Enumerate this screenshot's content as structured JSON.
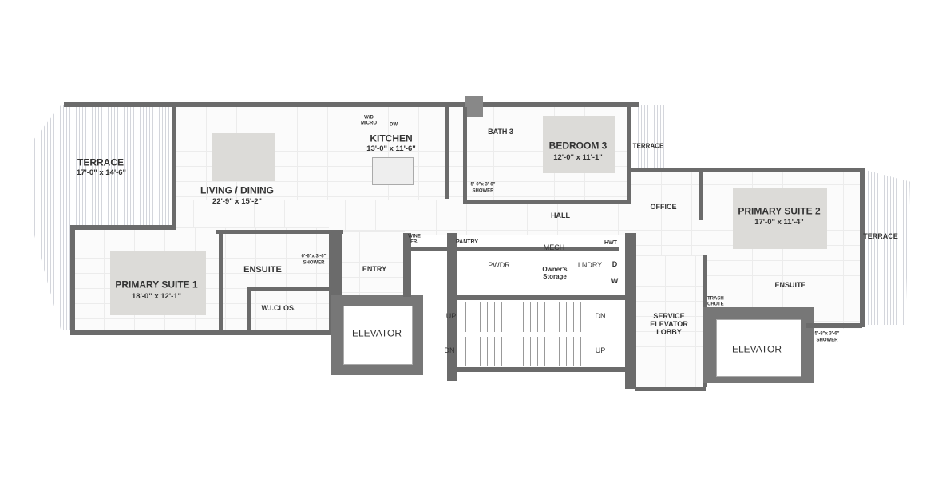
{
  "rooms": {
    "terrace_left": {
      "name": "TERRACE",
      "dims": "17'-0\" x 14'-6\""
    },
    "living_dining": {
      "name": "LIVING / DINING",
      "dims": "22'-9\" x 15'-2\""
    },
    "kitchen": {
      "name": "KITCHEN",
      "dims": "13'-0\" x 11'-6\"",
      "wd_micro": "W/D MICRO",
      "dw": "DW"
    },
    "bath3": {
      "name": "BATH 3",
      "shower": "5'-0\"x 3'-6\"",
      "shower_label": "SHOWER"
    },
    "bedroom3": {
      "name": "BEDROOM 3",
      "dims": "12'-0\" x 11'-1\""
    },
    "terrace_top_right": {
      "name": "TERRACE"
    },
    "office": {
      "name": "OFFICE"
    },
    "hall": {
      "name": "HALL"
    },
    "primary_suite2": {
      "name": "PRIMARY SUITE 2",
      "dims": "17'-0\" x 11'-4\""
    },
    "terrace_right": {
      "name": "TERRACE"
    },
    "ensuite_right": {
      "name": "ENSUITE",
      "trash": "TRASH CHUTE",
      "shower": "5'-8\"x 3'-6\"",
      "shower_label": "SHOWER"
    },
    "elevator_right": {
      "name": "ELEVATOR"
    },
    "service_lobby": {
      "name": "SERVICE ELEVATOR LOBBY"
    },
    "primary_suite1": {
      "name": "PRIMARY SUITE 1",
      "dims": "18'-0\" x 12'-1\""
    },
    "ensuite_left": {
      "name": "ENSUITE",
      "shower": "6'-6\"x 3'-6\"",
      "shower_label": "SHOWER"
    },
    "wiclos": {
      "name": "W.I.CLOS."
    },
    "entry": {
      "name": "ENTRY"
    },
    "elevator_left": {
      "name": "ELEVATOR"
    },
    "wine": {
      "name": "WINE FR."
    },
    "pantry": {
      "name": "PANTRY"
    },
    "pwdr": {
      "name": "PWDR"
    },
    "mech": {
      "name": "MECH"
    },
    "storage": {
      "name": "Owner's Storage"
    },
    "lndry": {
      "name": "LNDRY",
      "d": "D",
      "w": "W"
    },
    "hwt": {
      "name": "HWT"
    },
    "stairs": {
      "up1": "UP",
      "dn1": "DN",
      "dn2": "DN",
      "up2": "UP"
    }
  }
}
